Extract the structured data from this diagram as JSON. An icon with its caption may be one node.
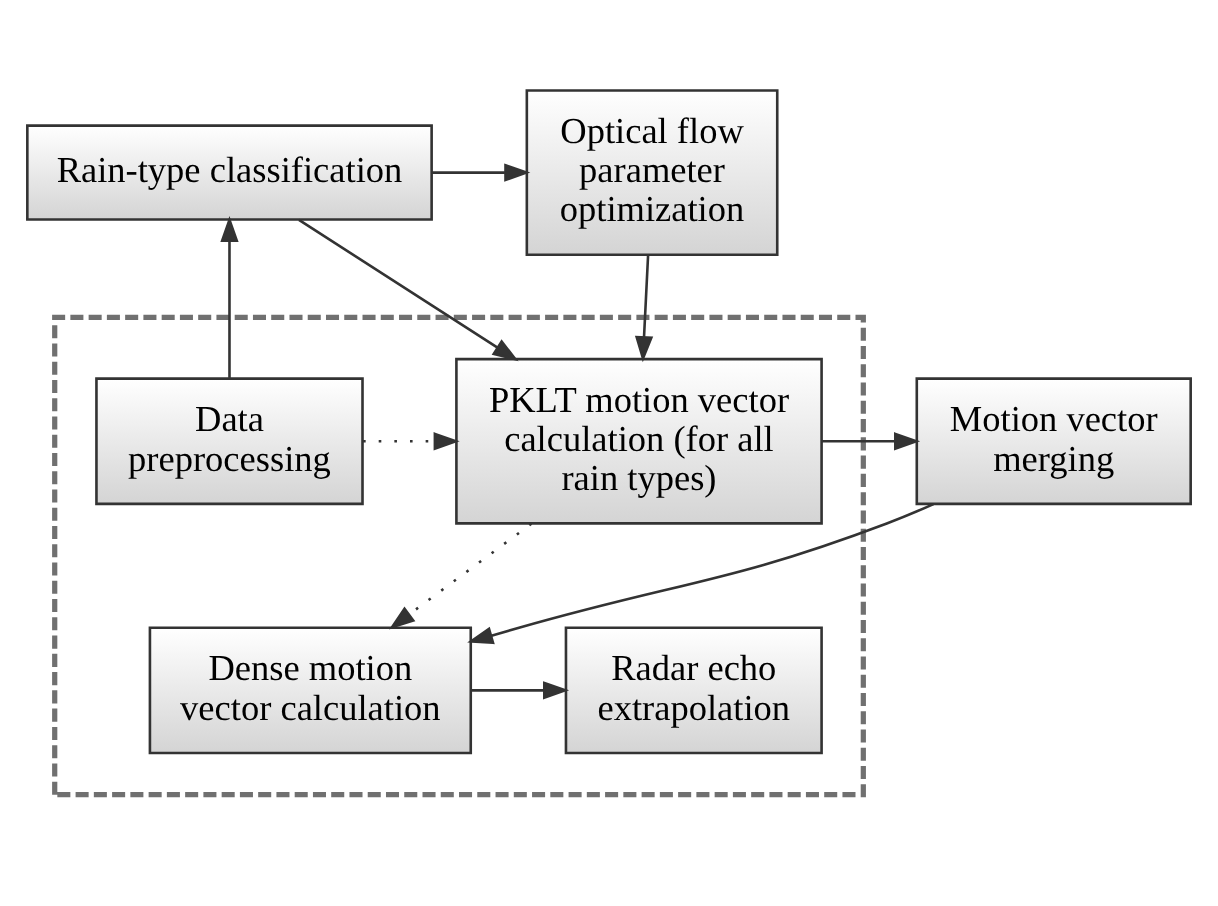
{
  "diagram": {
    "nodes": [
      {
        "text": [
          "Rain-type classification"
        ]
      },
      {
        "text": [
          "Optical flow parameter optimization"
        ]
      },
      {
        "text": [],
        "shape": "box"
      },
      {
        "text": [
          "Data preprocessing"
        ],
        "in": 2
      },
      {
        "text": [
          "PKLT motion vector calculation (for all rain types)"
        ],
        "in": 2
      },
      {
        "text": [
          "Motion vector merging"
        ]
      },
      {
        "text": [
          "Radar echo extrapolation"
        ],
        "in": 2
      },
      {
        "text": [
          "Dense motion vector calculation"
        ],
        "in": 2
      }
    ],
    "edges": [
      {
        "from": 3,
        "to": 0,
        "arrow": "to"
      },
      {
        "from": 3,
        "to": 4,
        "arrow": "to",
        "style": "dashed"
      },
      {
        "from": 0,
        "to": 1,
        "arrow": "to"
      },
      {
        "from": 0,
        "to": 4,
        "arrow": "to"
      },
      {
        "from": 1,
        "to": 4,
        "arrow": "to"
      },
      {
        "from": 4,
        "to": 5,
        "arrow": "to"
      },
      {
        "from": 5,
        "to": 7,
        "arrow": "to"
      },
      {
        "from": 4,
        "to": 7,
        "arrow": "to",
        "style": "dashed"
      },
      {
        "from": 7,
        "to": 6,
        "arrow": "to"
      }
    ]
  }
}
